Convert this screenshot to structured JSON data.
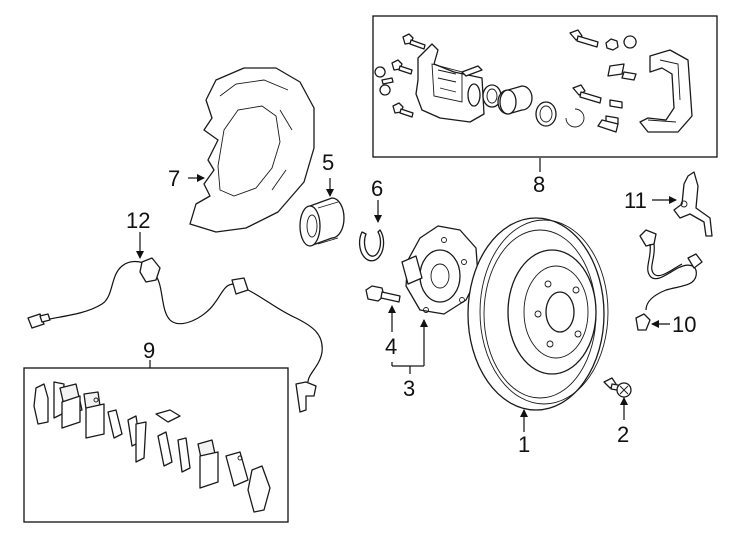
{
  "diagram": {
    "callouts": {
      "c1": "1",
      "c2": "2",
      "c3": "3",
      "c4": "4",
      "c5": "5",
      "c6": "6",
      "c7": "7",
      "c8": "8",
      "c9": "9",
      "c10": "10",
      "c11": "11",
      "c12": "12"
    }
  }
}
